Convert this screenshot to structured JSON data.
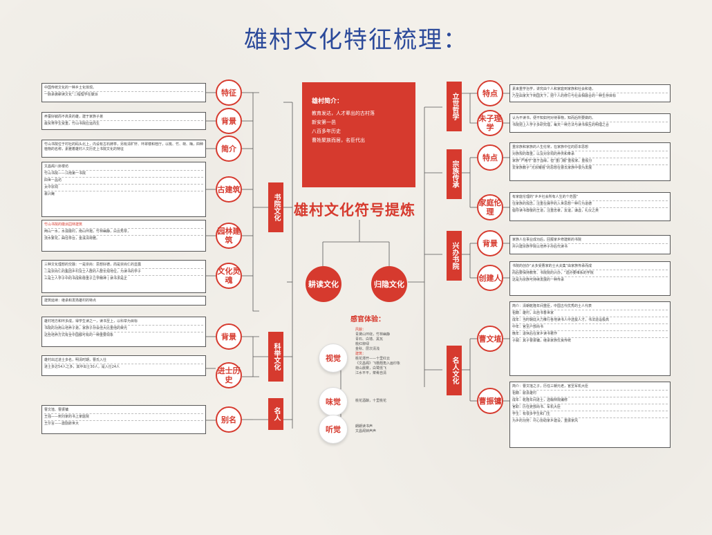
{
  "title": "雄村文化特征梳理：",
  "center_title": "雄村文化符号提炼",
  "intro": {
    "heading": "雄村简介：",
    "lines": [
      "教育发达，人才辈出的古村落",
      "新安第一邑",
      "八百多年历史",
      "曹姓聚族而居，名臣代出"
    ]
  },
  "hubs": {
    "left": "耕读文化",
    "right": "归隐文化"
  },
  "senses": {
    "title": "感官体验：",
    "visual": {
      "label": "视觉",
      "lines": [
        {
          "t": "风貌：",
          "h": true
        },
        {
          "t": "青黛山环绕，竹林幽静"
        },
        {
          "t": "青石、白墙、黑瓦"
        },
        {
          "t": "桃红柳绿"
        },
        {
          "t": "金秋、层次清浅"
        },
        {
          "t": "建筑：",
          "h": true
        },
        {
          "t": "桃花潭开——十里红云"
        },
        {
          "t": "《文昌阁》飞檐翘角入画印象"
        },
        {
          "t": "荷山晨雾，白鹭低飞"
        },
        {
          "t": "江水平平，菜肴自清"
        }
      ]
    },
    "taste": {
      "label": "味觉",
      "lines": [
        {
          "t": "桃花酒酿，十里桃花"
        }
      ]
    },
    "hearing": {
      "label": "听觉",
      "lines": [
        {
          "t": "朗朗读书声"
        },
        {
          "t": "文昌阁钟声声"
        }
      ]
    }
  },
  "left": {
    "college": {
      "label": "书院文化",
      "nodes": {
        "trait": {
          "label": "特征",
          "rows": [
            "中国传统文化的一种乡土化体现。",
            "一脉承袭耕读文化“二程理学在徽派"
          ]
        },
        "background": {
          "label": "背景",
          "rows": [
            "养蚕好毓而不高贵的雄，建于家族子弟",
            "最贫寒学生受重，竹山书院应运而生"
          ]
        },
        "intro": {
          "label": "简介",
          "rows": [
            "竹山书院位于村社的码头北上，内设有古石牌亭，另有清旷轩、环翠楼和桂厅，以桃、竹、荷、梅，四种植物的名称，素雅着雄村人文历史上书院文化的特征"
          ]
        },
        "architecture": {
          "label": "古建筑",
          "rows": [
            "文昌阁八卦楼坊",
            "竹山书院——江南第一书院",
            "四世一品坊",
            "太中宗祠",
            "慕兴庵"
          ]
        },
        "garden": {
          "label": "园林建筑",
          "rows": [
            "竹山书院的徽派园林建筑",
            "两山一水，水滋徽村，南山环抱，竹林幽静，白云秀草，",
            "流水繁花，曲径亭台，金溪清荷雅。"
          ]
        },
        "spirit": {
          "label": "文化灵魂",
          "rows": [
            "三种文化理想的交融：一是崇尚：思想好德，而是崇尚仁的显露",
            "二是崇尚仁的集团乡村及士人群的人群长观地位，为读书的学子",
            "三是士人学子中的书成和尊重子立学精神 | 读书求是正"
          ]
        },
        "essence": {
          "label": "",
          "rows": [
            "建筑延续：继承和发扬雄村的特点"
          ]
        }
      }
    },
    "exam": {
      "label": "科举文化",
      "nodes": {
        "background": {
          "label": "背景",
          "rows": [
            "雄村地方和环多成，得学生读之一，读书至上，以科举为目标",
            "书院的功用以培养子弟，家族子孙会佳大比重他的荣光",
            "这些培养方式有全中国都可有的一种重要现象"
          ]
        },
        "jinshi": {
          "label": "进士历史",
          "rows": [
            "雄村出过进士多名，明清时期，曹氏入仕",
            "进士多达54人之多，其中出士30人，是入仕24人"
          ]
        }
      }
    },
    "people": {
      "label": "名人",
      "nodes": {
        "alias": {
          "label": "别名",
          "rows": [
            "曹文埴、曹振镛",
            "王强——到刘家的书上家庭院",
            "王尔言——激励斯世大"
          ]
        }
      }
    }
  },
  "right": {
    "philosophy": {
      "label": "立世哲学",
      "nodes": {
        "trait": {
          "label": "特点",
          "rows": [
            "素来重学治学，讲究由个人和家庭到家族和社会和谐，",
            "乃至由家天下到国天下，把个人的修行与社会相融合的一种生存目标"
          ]
        },
        "zhuzi": {
          "label": "朱子理学",
          "rows": [
            "认为不读书，便不知如何对待事物，知而后所要做的。",
            "书院把上人学子多研究理，每天一种方法与读书相互的明理之合"
          ]
        }
      }
    },
    "clan": {
      "label": "宗族传承",
      "nodes": {
        "trait": {
          "label": "特点",
          "rows": [
            "重宗族和家族的人生伦常，在家族中位的原本思想",
            "对族规的尊重，以及对宗祠的养供和奉承",
            "家族“严格守”基于血缘，但“重门楣”重视家，重视分",
            "爱家族教子“光宗耀祖”的思想在曹氏家族中很为发展"
          ]
        },
        "ethic": {
          "label": "家庭伦理",
          "rows": [
            "有家庭伦理的“乡乡社会所有人生的个范围”",
            "住家族的观念，注重在儒学的入世思想一种行为道德",
            "倡导读书尊敬的王道，注重忠孝，友谊，谦虚，礼仪之类"
          ]
        }
      }
    },
    "academy": {
      "label": "兴办书院",
      "nodes": {
        "background": {
          "label": "背景",
          "rows": [
            "家族人在事业成功后，回报家乡修建新的书院",
            "并兴建宗族学院以培养子孙后代读书"
          ]
        },
        "founder": {
          "label": "创建人",
          "rows": [
            "书院的创办“太多受曹家的士大夫集”由家族传承而成",
            "而后要保持教育、书院院的兴办，“遗孙要维系的学院",
            "这是为宗族可持续发展的一种传承"
          ]
        }
      }
    },
    "famous": {
      "label": "名人文化",
      "nodes": {
        "caowenzhi": {
          "label": "曹文埴",
          "rows": [
            "简介：清朝乾隆年间重臣，中国古代优秀的士人代表",
            "祖籍：雄村，出自书香世家",
            "成年：当时朝廷大力推行各地读书人中选拔人才，书法造诣极高",
            "中年：官至户部尚书",
            "晚年：退休后在家乡读书著作",
            "子嗣：其子曹振镛，继承家族优良传统"
          ]
        },
        "caozhenyong": {
          "label": "曹振镛",
          "rows": [
            "简介：曹文埴之子，历任三朝元老，官至军机大臣",
            "祖籍：歙县雄村",
            "成年：乾隆年间进士，选翰林院编修",
            "官职：历任吏部尚书、军机大臣",
            "学生：有很多学生和门生",
            "为乡的功劳：尽心协助家乡建设，重振家风"
          ]
        }
      }
    }
  }
}
